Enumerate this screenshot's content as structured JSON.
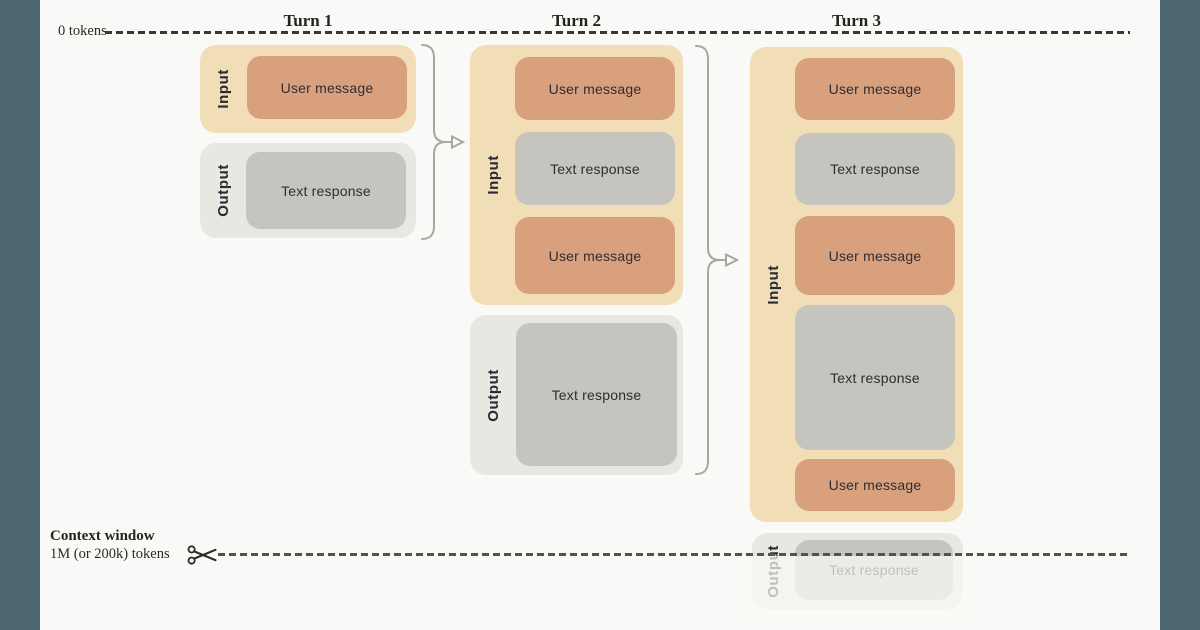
{
  "page": {
    "background_color": "#f9f9f7",
    "edge_bar_color": "#4d6771"
  },
  "markers": {
    "zero_label": "0 tokens",
    "context_window_title": "Context window",
    "context_window_subtitle": "1M (or 200k) tokens"
  },
  "colors": {
    "input_container": "#f1deb7",
    "output_container": "#e9e7e2",
    "user_message": "#d9a07e",
    "text_response": "#c5c4be",
    "connector": "#a7a7a2",
    "dash_top": "#3b362f",
    "dash_bottom": "#55524c",
    "text": "#2b2a32"
  },
  "icons": {
    "scissors": "scissors-icon"
  },
  "turns": [
    {
      "title": "Turn 1",
      "input": {
        "label": "Input",
        "boxes": [
          {
            "type": "user",
            "label": "User message"
          }
        ]
      },
      "output": {
        "label": "Output",
        "faded": false,
        "boxes": [
          {
            "type": "response",
            "label": "Text response"
          }
        ]
      }
    },
    {
      "title": "Turn 2",
      "input": {
        "label": "Input",
        "boxes": [
          {
            "type": "user",
            "label": "User message"
          },
          {
            "type": "response",
            "label": "Text response"
          },
          {
            "type": "user",
            "label": "User message"
          }
        ]
      },
      "output": {
        "label": "Output",
        "faded": false,
        "boxes": [
          {
            "type": "response",
            "label": "Text response"
          }
        ]
      }
    },
    {
      "title": "Turn 3",
      "input": {
        "label": "Input",
        "boxes": [
          {
            "type": "user",
            "label": "User message"
          },
          {
            "type": "response",
            "label": "Text response"
          },
          {
            "type": "user",
            "label": "User message"
          },
          {
            "type": "response",
            "label": "Text response"
          },
          {
            "type": "user",
            "label": "User message"
          }
        ]
      },
      "output": {
        "label": "Output",
        "faded": true,
        "boxes": [
          {
            "type": "response",
            "label": "Text response"
          }
        ]
      }
    }
  ]
}
